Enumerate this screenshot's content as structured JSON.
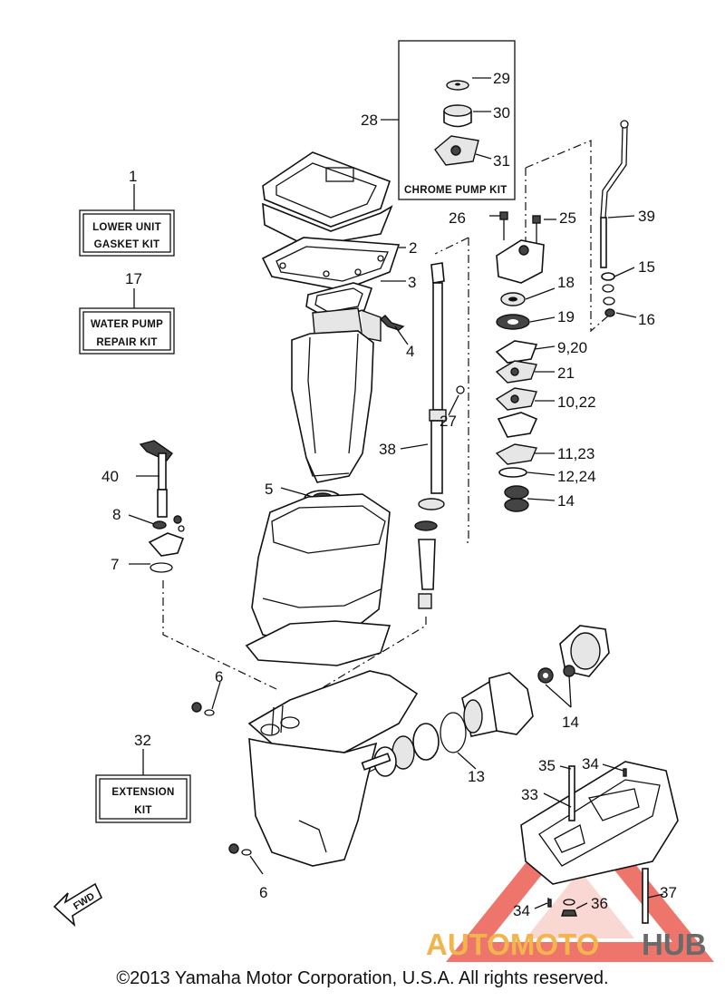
{
  "callouts": {
    "p1": "1",
    "p2": "2",
    "p3": "3",
    "p4": "4",
    "p5": "5",
    "p6a": "6",
    "p6b": "6",
    "p7": "7",
    "p8": "8",
    "p9_20": "9,20",
    "p10_22": "10,22",
    "p11_23": "11,23",
    "p12_24": "12,24",
    "p13": "13",
    "p14a": "14",
    "p14b": "14",
    "p15": "15",
    "p16": "16",
    "p17": "17",
    "p18": "18",
    "p19": "19",
    "p21": "21",
    "p25": "25",
    "p26": "26",
    "p27": "27",
    "p28": "28",
    "p29": "29",
    "p30": "30",
    "p31": "31",
    "p32": "32",
    "p33": "33",
    "p34a": "34",
    "p34b": "34",
    "p35": "35",
    "p36": "36",
    "p37": "37",
    "p38": "38",
    "p39": "39",
    "p40": "40"
  },
  "kits": {
    "gasket_line1": "LOWER UNIT",
    "gasket_line2": "GASKET KIT",
    "water_line1": "WATER PUMP",
    "water_line2": "REPAIR KIT",
    "chrome": "CHROME PUMP KIT",
    "ext_line1": "EXTENSION",
    "ext_line2": "KIT"
  },
  "fwd_label": "FWD",
  "copyright": "©2013 Yamaha Motor Corporation, U.S.A. All rights reserved.",
  "watermark": {
    "part1": "AUTOMOTO",
    "part2": "HUB",
    "color_primary": "#f2b44d",
    "color_secondary": "#6a6a6a",
    "triangle_color": "#e8473b"
  }
}
